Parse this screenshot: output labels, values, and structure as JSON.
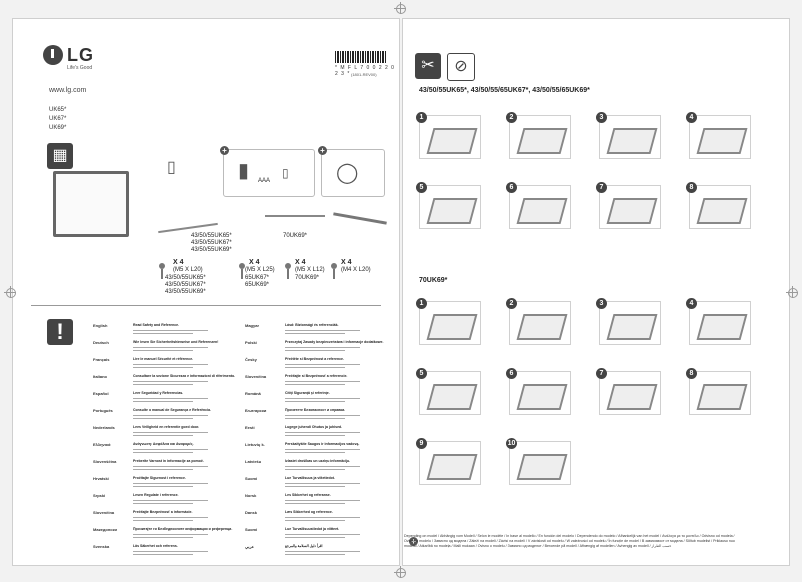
{
  "header": {
    "brand": "LG",
    "tagline": "Life's Good",
    "website": "www.lg.com",
    "models": [
      "UK65*",
      "UK67*",
      "UK69*"
    ],
    "barcode_number": "* M F L 7 0 0 2 2 0 2 3 *",
    "part_no": "(1801-REV00)"
  },
  "accessories": {
    "stand_caption": [
      "43/50/55UK65*",
      "43/50/55UK67*",
      "43/50/55UK69*"
    ],
    "stand_caption2": "70UK69*",
    "battery_label": "AAA",
    "screws": [
      {
        "qty": "X 4",
        "size": "(M5 X L20)",
        "models": [
          "43/50/55UK65*",
          "43/50/55UK67*",
          "43/50/55UK69*"
        ]
      },
      {
        "qty": "X 4",
        "size": "(M5 X L25)",
        "models": [
          "65UK67*",
          "65UK69*"
        ]
      },
      {
        "qty": "X 4",
        "size": "(M5 X L12)",
        "models": [
          "70UK69*"
        ]
      },
      {
        "qty": "X 4",
        "size": "(M4 X L20)",
        "models": []
      }
    ]
  },
  "languages": {
    "left": [
      {
        "lang": "English",
        "text": "Read Safety and Reference."
      },
      {
        "lang": "Deutsch",
        "text": "Wie lesen Sie Sicherheitshinweise und Referenzen!"
      },
      {
        "lang": "Français",
        "text": "Lire le manuel Sécurité et référence."
      },
      {
        "lang": "Italiano",
        "text": "Consultare la sezione Sicurezza e informazioni di riferimento."
      },
      {
        "lang": "Español",
        "text": "Leer Seguridad y Referencias."
      },
      {
        "lang": "Português",
        "text": "Consulte o manual de Segurança e Referência."
      },
      {
        "lang": "Nederlands",
        "text": "Lees Veiligheid en referentie goed door."
      },
      {
        "lang": "Ελληνικά",
        "text": "Ανάγνωση: Ασφάλεια και Αναφορές."
      },
      {
        "lang": "Slovenščina",
        "text": "Preberite Varnost in informacije za pomoč."
      },
      {
        "lang": "Hrvatski",
        "text": "Pročitajte Sigurnost i reference."
      },
      {
        "lang": "Srpski",
        "text": "Lesen Regulate i reference."
      },
      {
        "lang": "Slovenčina",
        "text": "Prečítajte Bezpečnosť a informácie."
      },
      {
        "lang": "Македонски",
        "text": "Прочитајте ги Безбедносните информации и референци."
      },
      {
        "lang": "Svenska",
        "text": "Läs Säkerhet och referens."
      }
    ],
    "right": [
      {
        "lang": "Magyar",
        "text": "Lásd: Biztonsági és referenciák."
      },
      {
        "lang": "Polski",
        "text": "Przeczytaj Zasady bezpieczeństwa i informacje dodatkowe."
      },
      {
        "lang": "Česky",
        "text": "Přečtěte si Bezpečnost a reference."
      },
      {
        "lang": "Slovenčina",
        "text": "Prečítajte si Bezpečnosť a referencie."
      },
      {
        "lang": "Română",
        "text": "Citiţi Siguranţă şi referinţe."
      },
      {
        "lang": "Български",
        "text": "Прочетете Безопасност и справки."
      },
      {
        "lang": "Eesti",
        "text": "Lugege juhendi Ohutus ja juhised."
      },
      {
        "lang": "Lietuvių k.",
        "text": "Perskaitykite Saugos ir informacijos vadovą."
      },
      {
        "lang": "Latviešu",
        "text": "Izlasiet drošības un uzziņu informāciju."
      },
      {
        "lang": "Suomi",
        "text": "Lue Turvallisuus ja viitetiedot."
      },
      {
        "lang": "Norsk",
        "text": "Les Sikkerhet og referanse."
      },
      {
        "lang": "Dansk",
        "text": "Læs Sikkerhed og reference."
      },
      {
        "lang": "Suomi",
        "text": "Lue Turvallisuustiedot ja viitteet."
      },
      {
        "lang": "عربي",
        "text": "اقرأ دليل السلامة والمرجع"
      }
    ]
  },
  "right_page": {
    "section1_title": "43/50/55UK65*, 43/50/55/65UK67*, 43/50/55/65UK69*",
    "section2_title": "70UK69*",
    "steps1": [
      "1",
      "2",
      "3",
      "4",
      "5",
      "6",
      "7",
      "8"
    ],
    "steps2": [
      "1",
      "2",
      "3",
      "4",
      "5",
      "6",
      "7",
      "8",
      "9",
      "10"
    ],
    "footnote": "Depending on model / Abhängig vom Modell / Selon le modèle / In base al modello / En función del modelo / Dependendo do modelo / Afhankelijk van het model / Ανάλογα με το μοντέλο / Odvisno od modela / Ovisno o modelu / Зависно од модела / Záleží na modeli / Závisí na modeli / V závislosti od modelu / W zależności od modelu / În funcție de model / В зависимост от модела / Sõltub mudelist / Priklauso nuo modelio / Atkarībā no modeļa / Malli mukaan / Ovisno o modelu / Зависно од моделот / Beroende på modell / Afhængig af modellen / Avhengig av modell / حسب الطراز"
  }
}
